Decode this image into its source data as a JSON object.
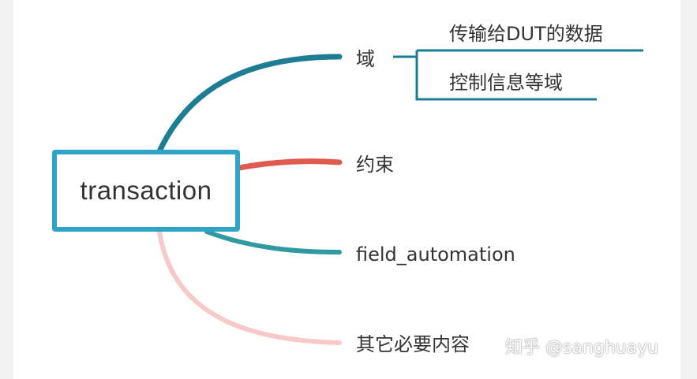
{
  "root": {
    "label": "transaction"
  },
  "branches": [
    {
      "label": "域",
      "color": "#1d7d93",
      "children": [
        "传输给DUT的数据",
        "控制信息等域"
      ]
    },
    {
      "label": "约束",
      "color": "#e05a4e",
      "children": []
    },
    {
      "label": "field_automation",
      "color": "#2f9aa0",
      "children": []
    },
    {
      "label": "其它必要内容",
      "color": "#f8c9c9",
      "children": []
    }
  ],
  "watermark": "知乎 @sanghuayu"
}
